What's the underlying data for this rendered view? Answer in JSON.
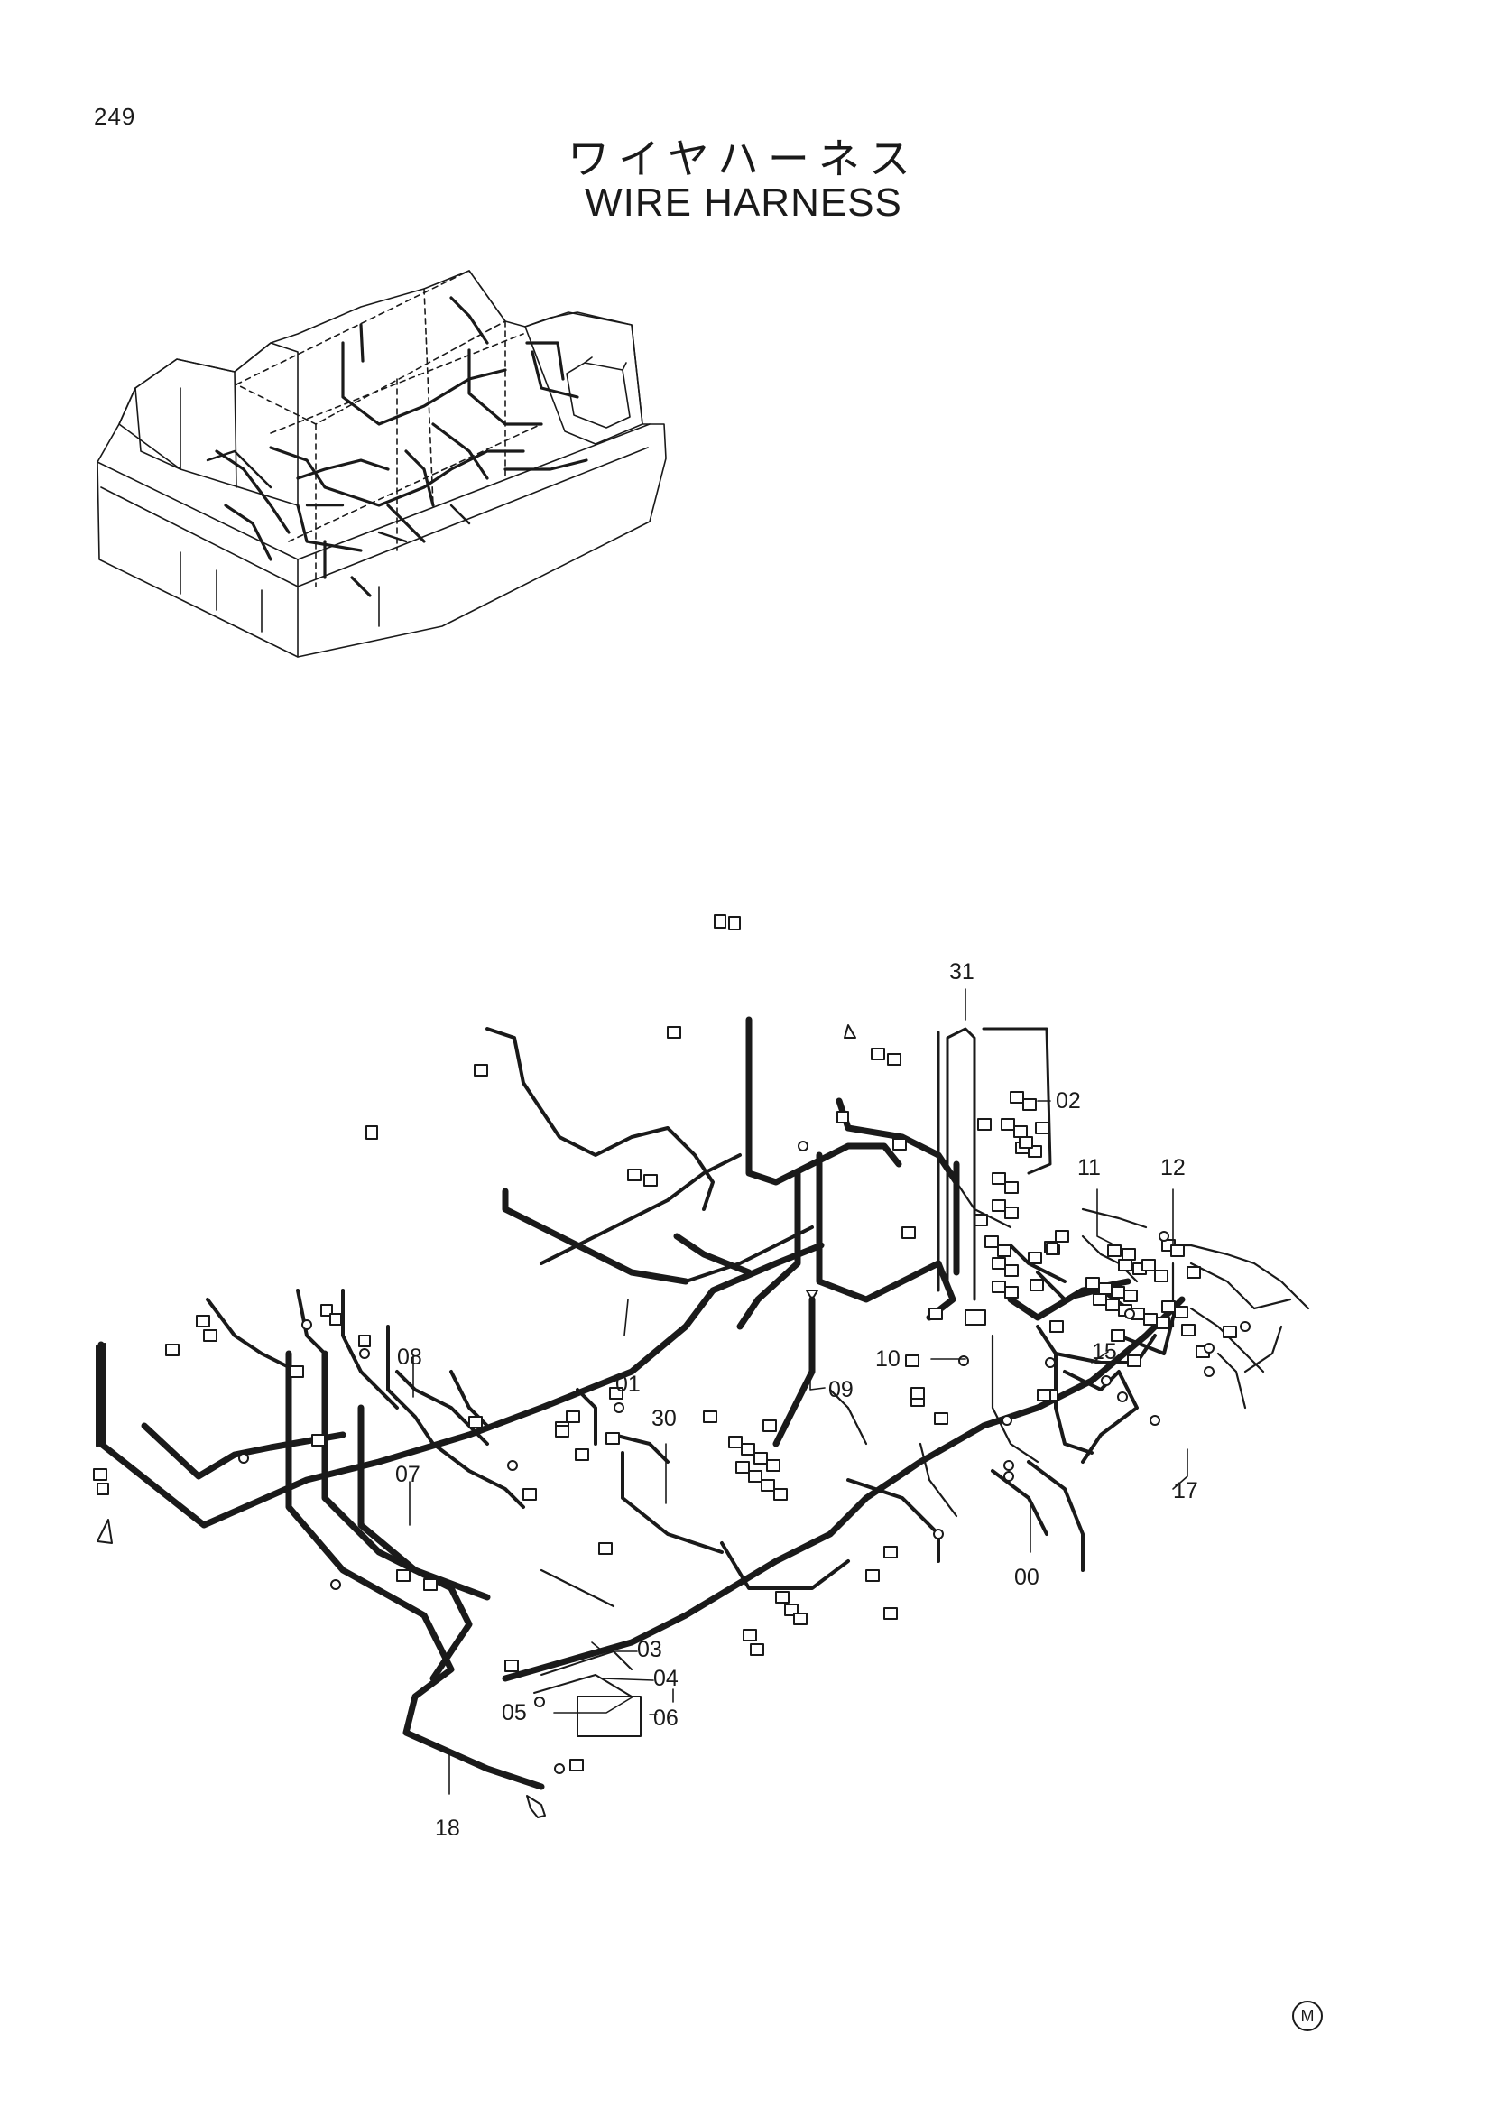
{
  "page_number": "249",
  "title_jp": "ワイヤハーネス",
  "title_en": "WIRE HARNESS",
  "corner_mark": "M",
  "callouts": [
    "31",
    "02",
    "11",
    "12",
    "08",
    "01",
    "09",
    "10",
    "15",
    "30",
    "07",
    "17",
    "00",
    "03",
    "04",
    "05",
    "06",
    "18"
  ]
}
